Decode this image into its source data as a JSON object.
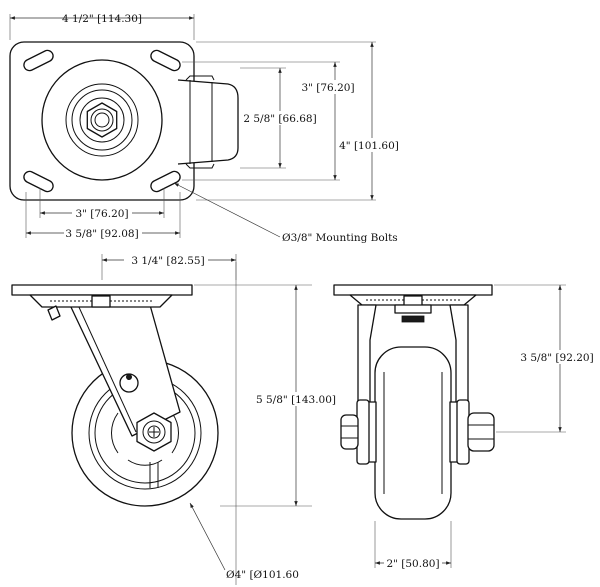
{
  "dimensions": {
    "plate_width": "4 1/2\" [114.30]",
    "bolt_spacing_long": "3\" [76.20]",
    "bolt_spacing_short": "2 5/8\" [66.68]",
    "plate_height": "4\" [101.60]",
    "bolt_spacing_bottom": "3\" [76.20]",
    "bolt_spacing_bottom_long": "3 5/8\" [92.08]",
    "mounting_bolts": "Ø3/8\" Mounting Bolts",
    "swivel_offset": "3 1/4\" [82.55]",
    "overall_height": "5 5/8\" [143.00]",
    "wheel_diameter": "Ø4\" [Ø101.60",
    "wheel_width": "2\" [50.80]",
    "axle_height": "3 5/8\" [92.20]"
  },
  "colors": {
    "line": "#111111",
    "background": "#ffffff"
  }
}
